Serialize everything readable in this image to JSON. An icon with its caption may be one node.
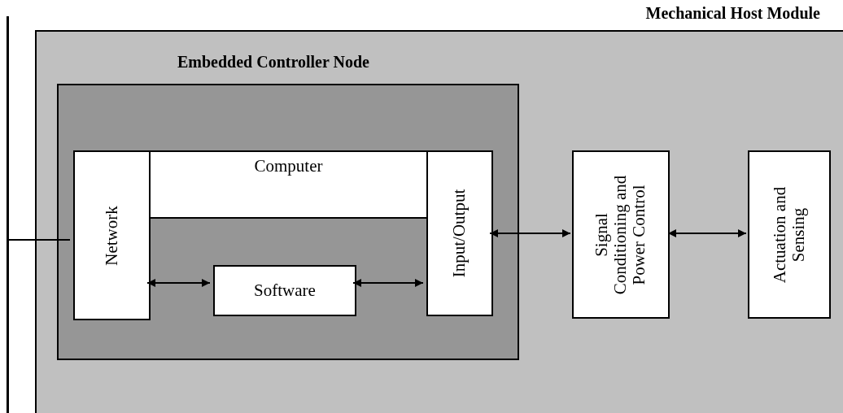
{
  "diagram": {
    "nodes": [
      {
        "text": [
          "Mechanical Host Module"
        ]
      },
      {
        "text": [
          "Embedded Controller Node"
        ],
        "in": 0
      },
      {
        "text": [
          "Computer"
        ],
        "in": 1
      },
      {
        "text": [
          "Network"
        ],
        "in": 1
      },
      {
        "text": [
          "Input/Output"
        ],
        "in": 1
      },
      {
        "text": [
          "Software"
        ],
        "in": 1
      },
      {
        "text": [
          "Signal Conditioning and Power Control"
        ],
        "in": 0
      },
      {
        "text": [
          "Actuation and Sensing"
        ],
        "in": 0
      },
      {
        "text": [],
        "shape": "bar"
      }
    ],
    "edges": [
      {
        "from": 8,
        "to": 3,
        "arrow": "none"
      },
      {
        "from": 3,
        "to": 5,
        "arrow": "both"
      },
      {
        "from": 5,
        "to": 4,
        "arrow": "both"
      },
      {
        "from": 4,
        "to": 6,
        "arrow": "both"
      },
      {
        "from": 6,
        "to": 7,
        "arrow": "both"
      }
    ]
  }
}
